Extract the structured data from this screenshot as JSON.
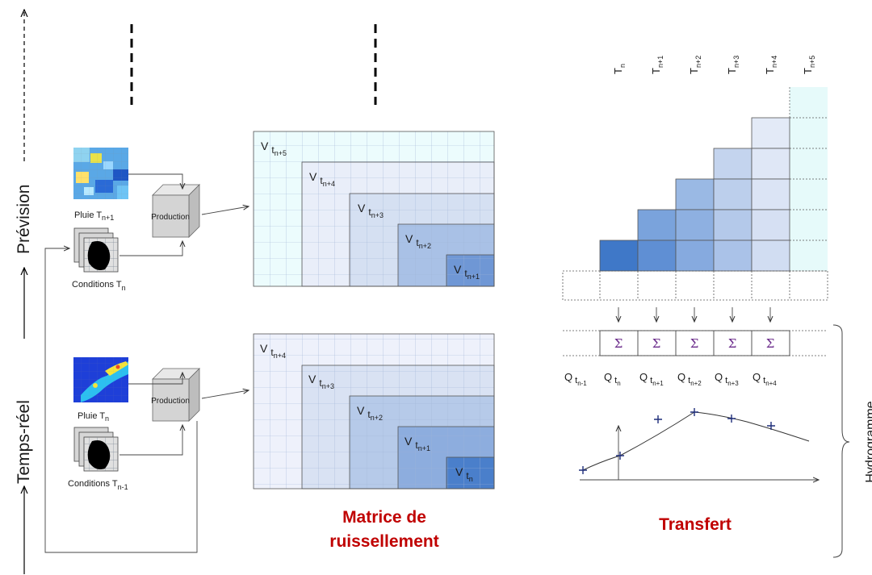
{
  "axis": {
    "realtime_label": "Temps-réel",
    "forecast_label": "Prévision"
  },
  "forecast_row": {
    "rain_label_main": "Pluie T",
    "rain_label_sub": "n+1",
    "conditions_label_main": "Conditions T",
    "conditions_label_sub": "n",
    "production_label": "Production",
    "matrix_labels": [
      {
        "main": "V",
        "sub": "t",
        "subsub": "n+5"
      },
      {
        "main": "V",
        "sub": "t",
        "subsub": "n+4"
      },
      {
        "main": "V",
        "sub": "t",
        "subsub": "n+3"
      },
      {
        "main": "V",
        "sub": "t",
        "subsub": "n+2"
      },
      {
        "main": "V",
        "sub": "t",
        "subsub": "n+1"
      }
    ]
  },
  "realtime_row": {
    "rain_label_main": "Pluie T",
    "rain_label_sub": "n",
    "conditions_label_main": "Conditions T",
    "conditions_label_sub": "n-1",
    "production_label": "Production",
    "matrix_labels": [
      {
        "main": "V",
        "sub": "t",
        "subsub": "n+4"
      },
      {
        "main": "V",
        "sub": "t",
        "subsub": "n+3"
      },
      {
        "main": "V",
        "sub": "t",
        "subsub": "n+2"
      },
      {
        "main": "V",
        "sub": "t",
        "subsub": "n+1"
      },
      {
        "main": "V",
        "sub": "t",
        "subsub": "n"
      }
    ]
  },
  "transfer": {
    "time_headers": [
      {
        "main": "T",
        "sub": "n"
      },
      {
        "main": "T",
        "sub": "n+1"
      },
      {
        "main": "T",
        "sub": "n+2"
      },
      {
        "main": "T",
        "sub": "n+3"
      },
      {
        "main": "T",
        "sub": "n+4"
      },
      {
        "main": "T",
        "sub": "n+5"
      }
    ],
    "sum_symbol": "Σ",
    "q_labels": [
      {
        "main": "Q",
        "sub": "t",
        "subsub": "n-1"
      },
      {
        "main": "Q",
        "sub": "t",
        "subsub": "n"
      },
      {
        "main": "Q",
        "sub": "t",
        "subsub": "n+1"
      },
      {
        "main": "Q",
        "sub": "t",
        "subsub": "n+2"
      },
      {
        "main": "Q",
        "sub": "t",
        "subsub": "n+3"
      },
      {
        "main": "Q",
        "sub": "t",
        "subsub": "n+4"
      }
    ],
    "hydrogram_label": "Hydrogramme"
  },
  "titles": {
    "matrix_line1": "Matrice de",
    "matrix_line2": "ruissellement",
    "transfer": "Transfert"
  },
  "colors": {
    "title_red": "#c00000",
    "dark_blue": "#3f78c8",
    "light_cyan": "#e6fafa"
  }
}
